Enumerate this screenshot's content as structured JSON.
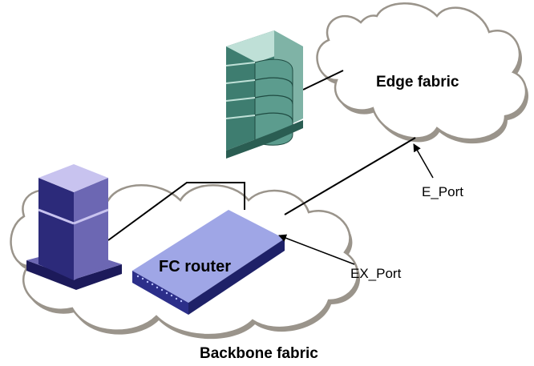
{
  "labels": {
    "edge_fabric": "Edge fabric",
    "backbone_fabric": "Backbone fabric",
    "fc_router": "FC router",
    "e_port": "E_Port",
    "ex_port": "EX_Port"
  },
  "icons": {
    "storage": "storage-array-icon",
    "server": "server-tower-icon",
    "router": "fc-router-icon"
  },
  "colors": {
    "cloud_fill": "#ffffff",
    "cloud_outline": "#9a948b",
    "storage_front": "#3e7d70",
    "storage_side": "#2a5d52",
    "storage_top": "#bfe0d7",
    "server_front": "#2c2a7a",
    "server_side": "#6c67b3",
    "server_top": "#c8c3ef",
    "router_top": "#9fa6e6",
    "router_front": "#2c2f8a",
    "router_side": "#1e2168"
  }
}
